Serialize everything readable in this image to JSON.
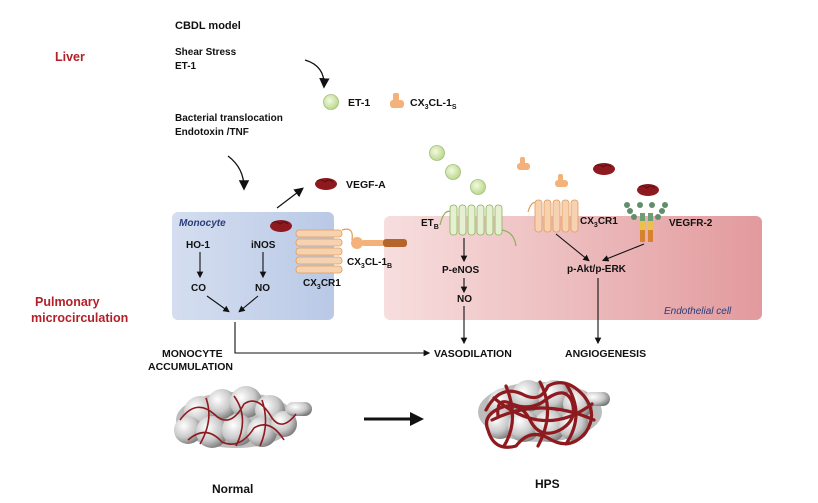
{
  "liver": {
    "title": "Liver",
    "model_title": "CBDL model",
    "factors_line1": "Shear Stress",
    "factors_line2": "ET-1",
    "bacterial_line1": "Bacterial translocation",
    "bacterial_line2": "Endotoxin /TNF"
  },
  "legend": {
    "et1": "ET-1",
    "cx3cl1s_main": "CX",
    "cx3cl1s_sub1": "3",
    "cx3cl1s_mid": "CL-1",
    "cx3cl1s_sub2": "S"
  },
  "pulmonary": {
    "line1": "Pulmonary",
    "line2": "microcirculation"
  },
  "monocyte": {
    "title": "Monocyte",
    "ho1": "HO-1",
    "co": "CO",
    "inos": "iNOS",
    "no": "NO",
    "receptor_main": "CX",
    "receptor_sub": "3",
    "receptor_end": "CR1"
  },
  "vegfa": "VEGF-A",
  "ligand_b": {
    "main": "CX",
    "sub1": "3",
    "mid": "CL-1",
    "sub2": "B"
  },
  "endothelial": {
    "title": "Endothelial cell",
    "etb_main": "ET",
    "etb_sub": "B",
    "peNOS": "P-eNOS",
    "no": "NO",
    "cx3cr1_main": "CX",
    "cx3cr1_sub": "3",
    "cx3cr1_end": "CR1",
    "vegfr2": "VEGFR-2",
    "pakt": "p-Akt/p-ERK"
  },
  "outcomes": {
    "monocyte_line1": "MONOCYTE",
    "monocyte_line2": "ACCUMULATION",
    "vasodilation": "VASODILATION",
    "angiogenesis": "ANGIOGENESIS"
  },
  "bottom": {
    "normal": "Normal",
    "hps": "HPS"
  },
  "colors": {
    "liver_red": "#b3202a",
    "monocyte_blue": "#c9d6ec",
    "endothelial_pink": "#e9a9ab",
    "vessel_red": "#8e1a1f",
    "et1_green": "#d9ecb8",
    "ligand_orange": "#f4b27a"
  }
}
